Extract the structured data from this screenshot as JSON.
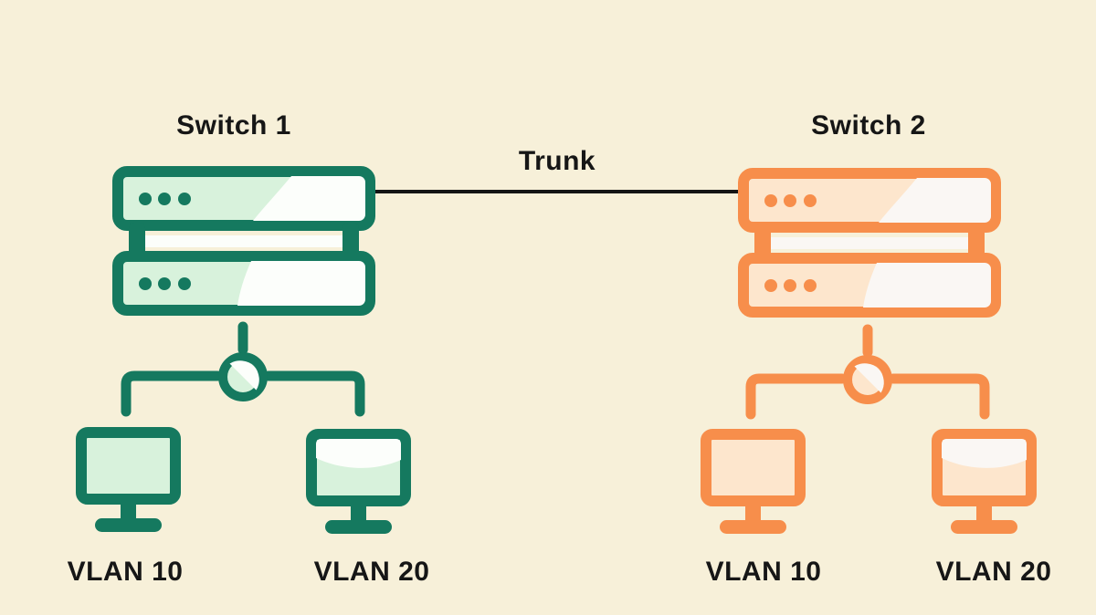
{
  "diagram_type": "vlan-trunk-network-diagram",
  "colors": {
    "bg": "#f7f0d9",
    "green": "#15795f",
    "green-light": "#d8f2dc",
    "green-soft": "#fcfefb",
    "orange": "#f78e4b",
    "orange-light": "#fde6cd",
    "orange-soft": "#faf7f4",
    "line": "#141414",
    "text": "#161616"
  },
  "icons": {
    "switch": "stacked-network-switch-icon",
    "hub": "hub-junction-circle-icon",
    "endpoint": "desktop-monitor-icon"
  },
  "nodes": {
    "switch1": {
      "label": "Switch 1",
      "theme": "green"
    },
    "switch2": {
      "label": "Switch 2",
      "theme": "orange"
    }
  },
  "link": {
    "label": "Trunk"
  },
  "endpoints": {
    "switch1": [
      {
        "label": "VLAN 10"
      },
      {
        "label": "VLAN 20"
      }
    ],
    "switch2": [
      {
        "label": "VLAN 10"
      },
      {
        "label": "VLAN 20"
      }
    ]
  }
}
